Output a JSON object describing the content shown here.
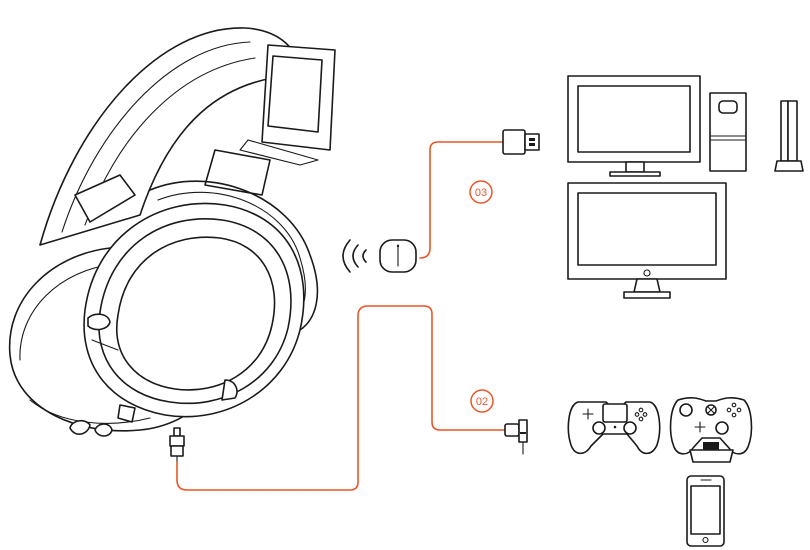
{
  "diagram": {
    "accent_color": "#e8562a",
    "line_color": "#1a1a1a",
    "steps": [
      {
        "id": "03",
        "label": "03"
      },
      {
        "id": "02",
        "label": "02"
      }
    ],
    "devices": [
      {
        "name": "headset",
        "icon": "headset-icon"
      },
      {
        "name": "wireless-transmitter",
        "icon": "wireless-transmitter-icon"
      },
      {
        "name": "usb-dongle",
        "icon": "usb-connector-icon"
      },
      {
        "name": "mobile-cable",
        "icon": "headphone-jack-icon"
      },
      {
        "name": "headset-cable-connector",
        "icon": "cable-connector-icon"
      },
      {
        "name": "pc-monitor",
        "icon": "monitor-icon"
      },
      {
        "name": "pc-tower",
        "icon": "pc-tower-icon"
      },
      {
        "name": "game-console",
        "icon": "console-icon"
      },
      {
        "name": "all-in-one-computer",
        "icon": "all-in-one-computer-icon"
      },
      {
        "name": "playstation-controller",
        "icon": "playstation-controller-icon"
      },
      {
        "name": "xbox-controller",
        "icon": "xbox-controller-icon"
      },
      {
        "name": "xbox-adapter",
        "icon": "xbox-adapter-icon"
      },
      {
        "name": "smartphone",
        "icon": "smartphone-icon"
      }
    ]
  }
}
